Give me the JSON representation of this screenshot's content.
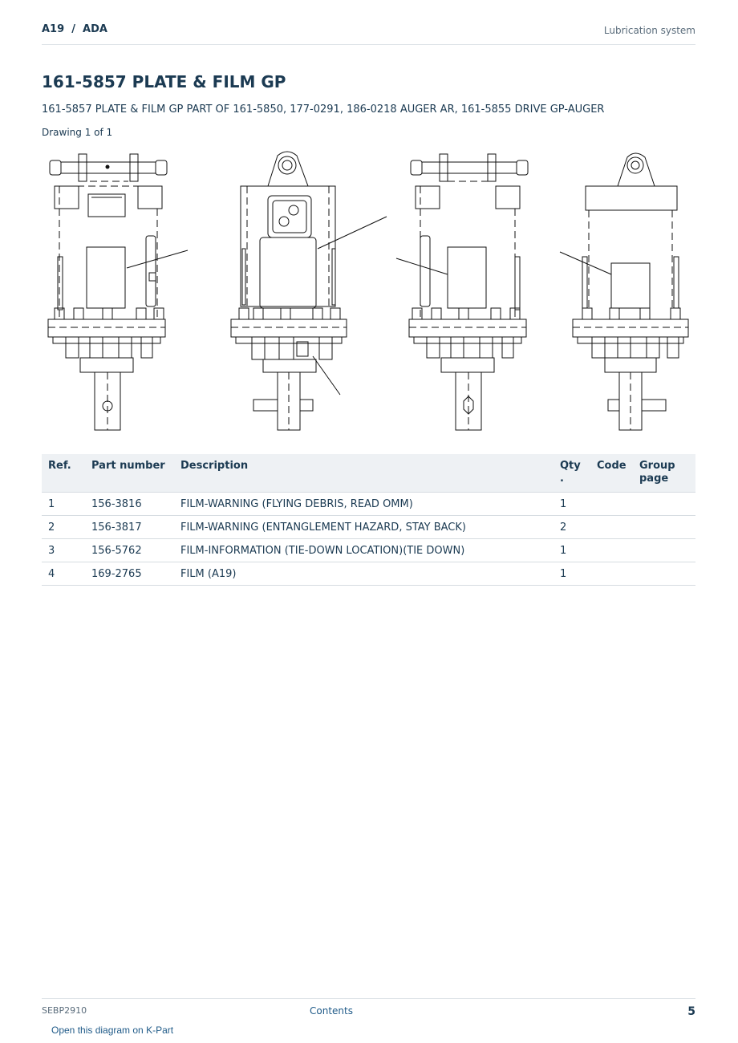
{
  "header": {
    "breadcrumb": "A19  /  ADA",
    "section": "Lubrication system"
  },
  "title": "161-5857 PLATE & FILM GP",
  "subtitle": "161-5857 PLATE & FILM GP PART OF 161-5850, 177-0291, 186-0218 AUGER AR, 161-5855 DRIVE GP-AUGER",
  "drawing_label": "Drawing 1 of 1",
  "table": {
    "headers": {
      "ref": "Ref.",
      "part_number": "Part number",
      "description": "Description",
      "qty": "Qty\n.",
      "code": "Code",
      "group_page": "Group\npage"
    },
    "rows": [
      {
        "ref": "1",
        "part_number": "156-3816",
        "description": "FILM-WARNING (FLYING DEBRIS, READ OMM)",
        "qty": "1",
        "code": "",
        "group_page": ""
      },
      {
        "ref": "2",
        "part_number": "156-3817",
        "description": "FILM-WARNING (ENTANGLEMENT HAZARD, STAY BACK)",
        "qty": "2",
        "code": "",
        "group_page": ""
      },
      {
        "ref": "3",
        "part_number": "156-5762",
        "description": "FILM-INFORMATION (TIE-DOWN LOCATION)(TIE DOWN)",
        "qty": "1",
        "code": "",
        "group_page": ""
      },
      {
        "ref": "4",
        "part_number": "169-2765",
        "description": "FILM (A19)",
        "qty": "1",
        "code": "",
        "group_page": ""
      }
    ]
  },
  "footer": {
    "doc_id": "SEBP2910",
    "contents_link": "Contents",
    "page_number": "5",
    "kpart_link": "Open this diagram on K-Part"
  }
}
